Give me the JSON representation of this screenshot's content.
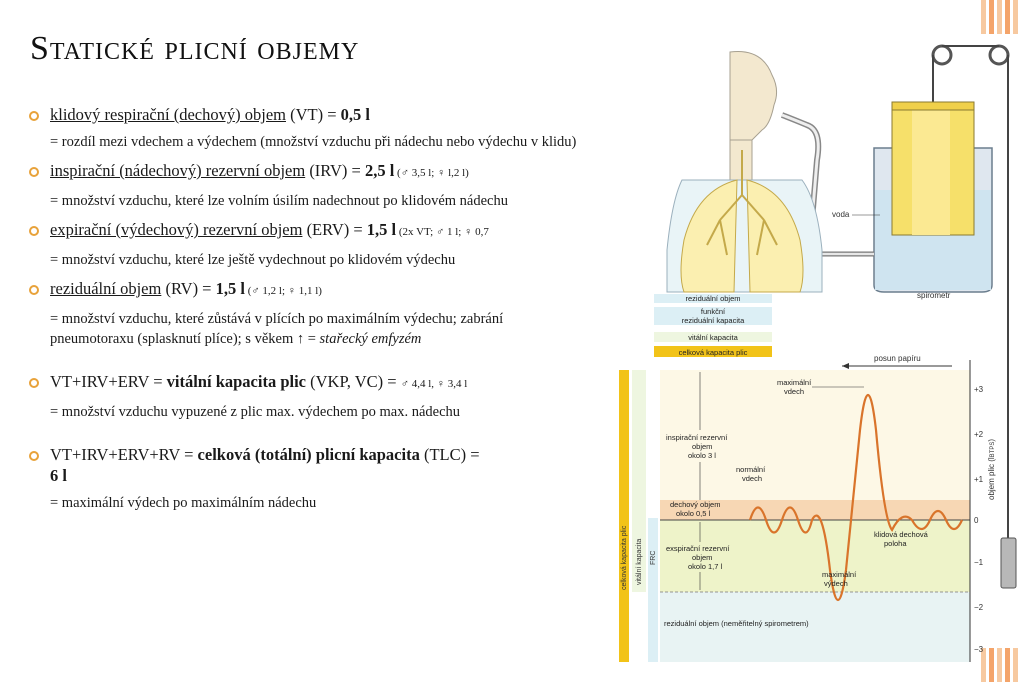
{
  "title": "Statické plicní objemy",
  "bullets": [
    {
      "term": "klidový respirační (dechový) objem",
      "abbr": " (VT) = ",
      "value": "0,5 l",
      "note": "",
      "desc": "= rozdíl mezi vdechem a výdechem (množství vzduchu při nádechu nebo výdechu v klidu)"
    },
    {
      "term": "inspirační (nádechový) rezervní objem",
      "abbr": " (IRV) = ",
      "value": "2,5 l",
      "note": " (♂ 3,5 l; ♀ l,2 l)",
      "desc": "= množství vzduchu, které lze volním úsilím nadechnout po klidovém nádechu"
    },
    {
      "term": "expirační (výdechový) rezervní objem",
      "abbr": " (ERV) = ",
      "value": "1,5 l",
      "note": " (2x VT; ♂ 1 l; ♀ 0,7",
      "desc": "= množství vzduchu, které lze ještě vydechnout po klidovém výdechu"
    },
    {
      "term": "reziduální objem",
      "abbr": " (RV) = ",
      "value": "1,5 l",
      "note": " (♂ 1,2 l; ♀ 1,1 l)",
      "desc_line1": "= množství vzduchu, které zůstává v plících po maximálním výdechu; zabrání",
      "desc_line2": "pneumotoraxu (splasknutí plíce); s věkem ↑ = ",
      "desc_em": "stařecký emfyzém"
    },
    {
      "prefix": "VT+IRV+ERV = ",
      "bold": "vitální kapacita plic",
      "rest": " (VKP, VC) = ",
      "note": "♂ 4,4 l, ♀ 3,4 l",
      "desc": "= množství vzduchu vypuzené z plic max. výdechem po max. nádechu"
    },
    {
      "prefix": "VT+IRV+ERV+RV = ",
      "bold": "celková (totální) plicní kapacita",
      "rest": " (TLC) =",
      "value": "6 l",
      "desc": "= maximální výdech po maximálním nádechu"
    }
  ],
  "diagram": {
    "lung_labels": {
      "rv": "reziduální objem",
      "frc1": "funkční",
      "frc2": "reziduální kapacita",
      "vc": "vitální kapacita",
      "tlc": "celková kapacita plic"
    },
    "spiro": {
      "water": "voda",
      "spirometer": "spirometr"
    },
    "paper": "posun papíru",
    "curve_labels": {
      "max_insp1": "maximální",
      "max_insp2": "vdech",
      "irv1": "inspirační rezervní",
      "irv2": "objem",
      "irv3": "okolo 3 l",
      "norm1": "normální",
      "norm2": "vdech",
      "tv1": "dechový objem",
      "tv2": "okolo 0,5 l",
      "rest1": "klidová dechová",
      "rest2": "poloha",
      "erv1": "exspirační rezervní",
      "erv2": "objem",
      "erv3": "okolo 1,7 l",
      "max_exp1": "maximální",
      "max_exp2": "výdech",
      "rv": "reziduální objem (neměřitelný spirometrem)"
    },
    "side_labels": {
      "tlc": "celková kapacita plic",
      "vc": "vitální kapacita",
      "frc": "FRC"
    },
    "axis": {
      "label": "objem plic (l",
      "sub": "BTPS",
      "close": ")",
      "ticks": [
        "+3",
        "+2",
        "+1",
        "0",
        "−1",
        "−2",
        "−3"
      ]
    }
  },
  "colors": {
    "accent": "#e8a23a",
    "stripe1": "#f7c9a0",
    "stripe2": "#f4a46a",
    "lung_fill": "#fbefb0",
    "curve": "#d9742b",
    "yellow_band": "#f2c318",
    "tidal_band": "#f7d7b4",
    "erv_band": "#eef3c9",
    "rv_band": "#e8f3f3"
  }
}
